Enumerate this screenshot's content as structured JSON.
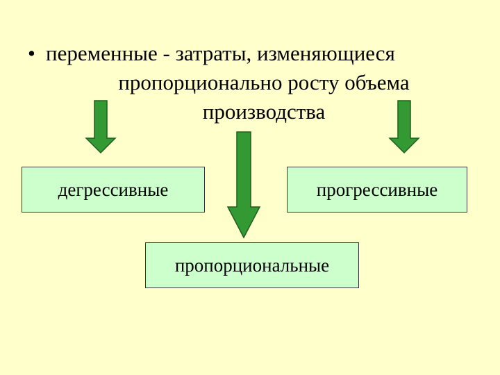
{
  "bullet": {
    "marker": "•",
    "line1": "переменные - затраты, изменяющиеся",
    "line2": "пропорционально росту объема",
    "line3": "производства"
  },
  "boxes": {
    "left": "дегрессивные",
    "right": "прогрессивные",
    "bottom": "пропорциональные"
  },
  "colors": {
    "background": "#ffffcc",
    "box_fill": "#ccffcc",
    "arrow_fill": "#339933",
    "arrow_stroke": "#1f5e1f"
  }
}
